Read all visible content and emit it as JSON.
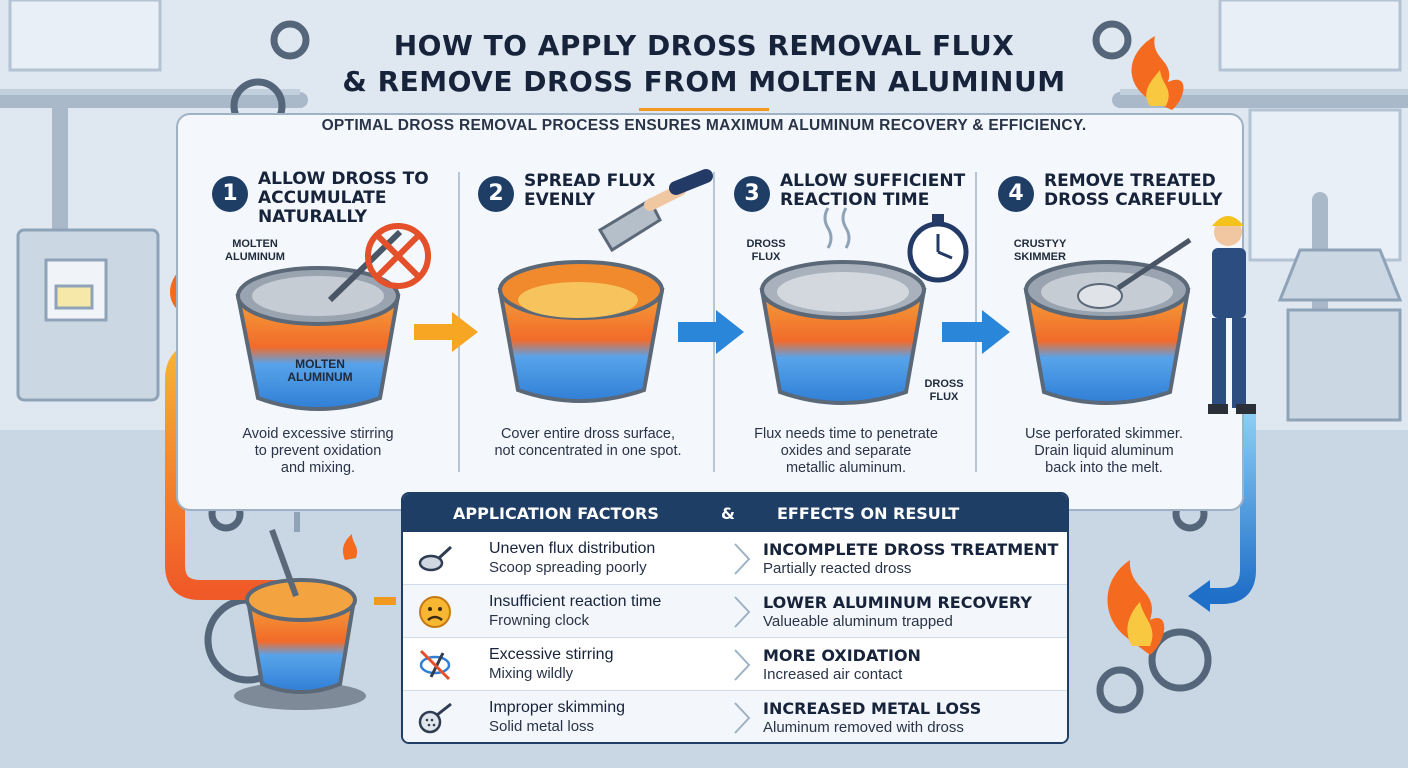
{
  "title": {
    "line1": "HOW TO APPLY DROSS REMOVAL FLUX",
    "line2": "& REMOVE DROSS FROM MOLTEN ALUMINUM"
  },
  "subtitle": "OPTIMAL DROSS REMOVAL PROCESS ENSURES MAXIMUM ALUMINUM RECOVERY & EFFICIENCY.",
  "steps": [
    {
      "number": "1",
      "title_lines": [
        "ALLOW DROSS TO",
        "ACCUMULATE",
        "NATURALLY"
      ],
      "desc_lines": [
        "Avoid excessive stirring",
        "to prevent oxidation",
        "and mixing."
      ],
      "callouts": [
        "MOLTEN ALUMINUM",
        "MOLTEN ALUMINUM"
      ]
    },
    {
      "number": "2",
      "title_lines": [
        "SPREAD FLUX",
        "EVENLY"
      ],
      "desc_lines": [
        "Cover entire dross surface,",
        "not concentrated in one spot."
      ],
      "callouts": []
    },
    {
      "number": "3",
      "title_lines": [
        "ALLOW SUFFICIENT",
        "REACTION TIME"
      ],
      "desc_lines": [
        "Flux needs time to penetrate",
        "oxides and separate",
        "metallic aluminum."
      ],
      "callouts": [
        "DROSS FLUX",
        "DROSS FLUX"
      ]
    },
    {
      "number": "4",
      "title_lines": [
        "REMOVE TREATED",
        "DROSS CAREFULLY"
      ],
      "desc_lines": [
        "Use perforated skimmer.",
        "Drain liquid aluminum",
        "back into the melt."
      ],
      "callouts": [
        "CRUSTYY SKIMMER"
      ]
    }
  ],
  "factors": {
    "header_left": "APPLICATION FACTORS",
    "header_amp": "&",
    "header_right": "EFFECTS ON RESULT",
    "rows": [
      {
        "icon": "scoop-icon",
        "factor": "Uneven flux distribution",
        "factor_sub": "Scoop spreading poorly",
        "effect": "INCOMPLETE DROSS TREATMENT",
        "effect_sub": "Partially reacted dross"
      },
      {
        "icon": "frowning-face-icon",
        "factor": "Insufficient reaction time",
        "factor_sub": "Frowning clock",
        "effect": "LOWER ALUMINUM RECOVERY",
        "effect_sub": "Valueable aluminum trapped"
      },
      {
        "icon": "no-stirring-icon",
        "factor": "Excessive stirring",
        "factor_sub": "Mixing wildly",
        "effect": "MORE OXIDATION",
        "effect_sub": "Increased air contact"
      },
      {
        "icon": "skimmer-icon",
        "factor": "Improper skimming",
        "factor_sub": "Solid metal loss",
        "effect": "INCREASED METAL LOSS",
        "effect_sub": "Aluminum removed with dross"
      }
    ]
  },
  "colors": {
    "navy": "#1f3e66",
    "accent_orange": "#f29a1f",
    "arrow_blue": "#2a86d8",
    "molten_orange": "#f47b20",
    "molten_blue": "#3f8fe0"
  }
}
